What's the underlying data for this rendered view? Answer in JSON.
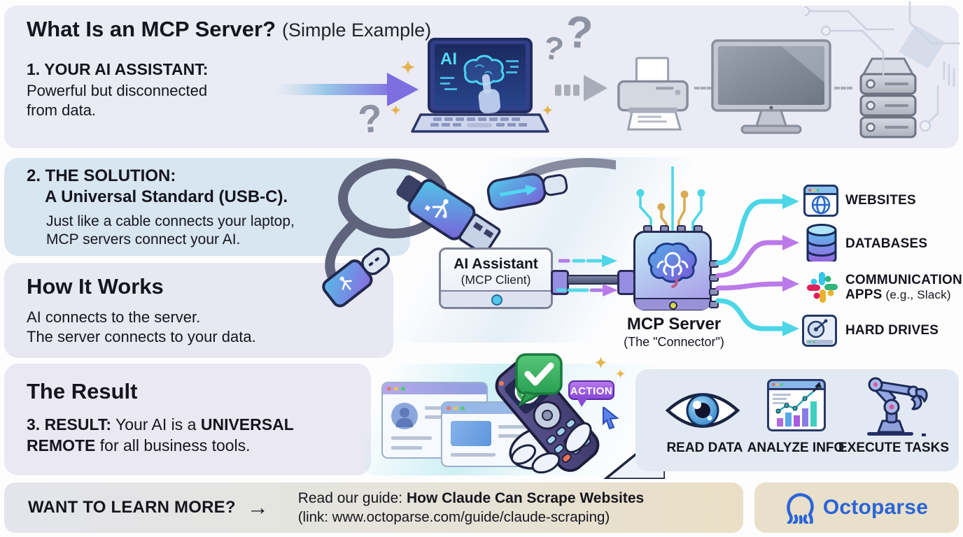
{
  "header": {
    "title": "What Is an MCP Server?",
    "title_note": "(Simple Example)",
    "step_heading": "1. YOUR AI ASSISTANT:",
    "desc_line1": "Powerful but disconnected",
    "desc_line2": "from data.",
    "laptop_label": "AI",
    "question_mark": "?"
  },
  "solution": {
    "heading_line1": "2. THE SOLUTION:",
    "heading_line2": "A Universal Standard (USB-C).",
    "body_line1": "Just like a cable connects your laptop,",
    "body_line2": "MCP servers connect your AI."
  },
  "how_it_works": {
    "heading": "How It Works",
    "line1": "AI connects to the server.",
    "line2": "The server connects to your data."
  },
  "diagram": {
    "client_title": "AI Assistant",
    "client_sub": "(MCP Client)",
    "server_title": "MCP Server",
    "server_sub": "(The \"Connector\")",
    "targets": [
      {
        "label": "WEBSITES"
      },
      {
        "label": "DATABASES"
      },
      {
        "label_line1": "COMMUNICATION",
        "label_line2_bold": "APPS",
        "label_line2_rest": " (e.g., Slack)"
      },
      {
        "label": "HARD DRIVES"
      }
    ]
  },
  "result": {
    "heading": "The Result",
    "line1_bold": "3. RESULT:",
    "line1_mid": " Your AI is a ",
    "line1_bold2": "UNIVERSAL",
    "line2_bold": "REMOTE",
    "line2_rest": " for all business tools.",
    "action_badge": "ACTION",
    "capabilities": [
      {
        "label": "READ DATA"
      },
      {
        "label": "ANALYZE INFO"
      },
      {
        "label": "EXECUTE TASKS"
      }
    ]
  },
  "footer": {
    "cta": "WANT TO LEARN MORE?",
    "arrow": "→",
    "guide_prefix": "Read our guide: ",
    "guide_title": "How Claude Can Scrape Websites",
    "guide_link": "(link: www.octoparse.com/guide/claude-scraping)",
    "brand": "Octoparse"
  },
  "colors": {
    "accent_cyan": "#4cd6e8",
    "accent_purple": "#bb7ae8",
    "gold_sparkle": "#e6b44e",
    "octoparse_blue": "#2b64d9",
    "band_blue": "#d7e6f0",
    "band_lavender": "#eaebf4",
    "footer_tan": "#e8e0ca",
    "slack": [
      "#36C5F0",
      "#2EB67D",
      "#ECB22E",
      "#E01E5A"
    ]
  }
}
